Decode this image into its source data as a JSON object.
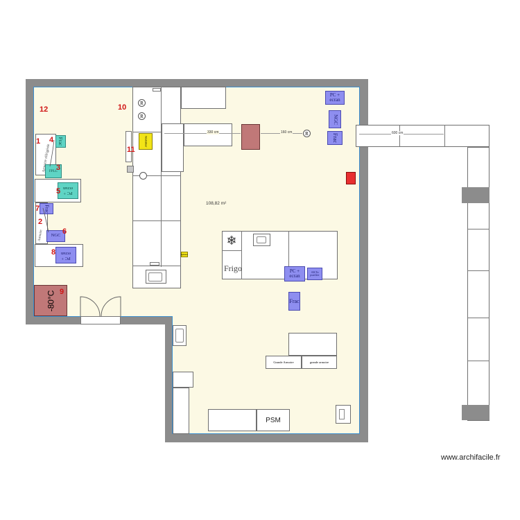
{
  "plan": {
    "area_label": "108,82 m²",
    "watermark": "www.archifacile.fr",
    "dimensions": {
      "d1": "330 cm",
      "d2": "160 cm",
      "d3": "600 cm"
    },
    "room_numbers": {
      "n1": "1",
      "n2": "2",
      "n3": "3",
      "n4": "4",
      "n5": "5",
      "n6": "6",
      "n7": "7",
      "n8": "8",
      "n9": "9",
      "n10": "10",
      "n11": "11",
      "n12": "12"
    },
    "equipment": {
      "armoire_refrigeree": "Armoire réfrigérée",
      "armoire_small": "Armoire",
      "frac": "Frac",
      "fplc": "FPLC",
      "pc_ecran": "PC + ecran",
      "pc_ecran_flipped": "PC + ecran",
      "ngc": "NGC",
      "minus80": "-80°C",
      "frigo": "Frigo",
      "akta": "AKTa purifier",
      "grande_armoire_1": "Grande Armoire",
      "grande_armoire_2": "grande armoire",
      "psm": "PSM",
      "r_symbol": "R",
      "incubator": "Incubateur",
      "red_box_text": "",
      "yellow_small": "Agitateur"
    }
  }
}
